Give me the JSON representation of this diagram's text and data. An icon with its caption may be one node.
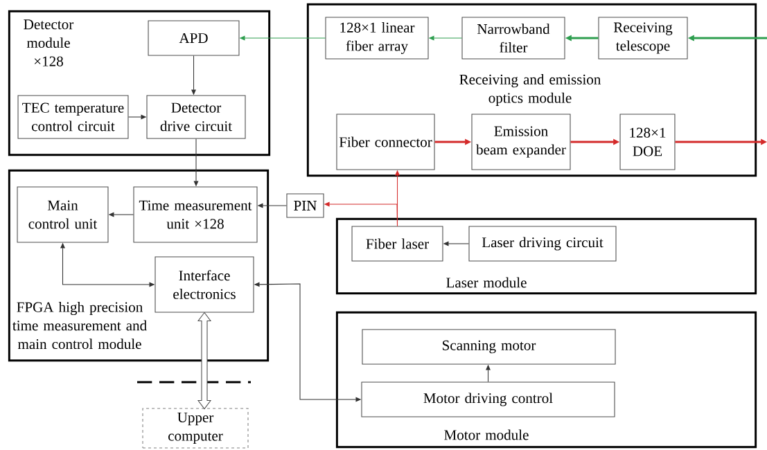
{
  "diagram": {
    "nodes": [
      {
        "text": [
          "Detector module ×128"
        ]
      },
      {
        "text": [
          "APD"
        ],
        "in": 0
      },
      {
        "text": [
          "TEC temperature control circuit"
        ],
        "in": 0
      },
      {
        "text": [
          "Detector drive circuit"
        ],
        "in": 0
      },
      {
        "text": [
          "Receiving and emission optics module"
        ]
      },
      {
        "text": [
          "128×1 linear fiber array"
        ],
        "in": 4
      },
      {
        "text": [
          "Narrowband filter"
        ],
        "in": 4
      },
      {
        "text": [
          "Receiving telescope"
        ],
        "in": 4
      },
      {
        "text": [
          "Fiber connector"
        ],
        "in": 4
      },
      {
        "text": [
          "Emission beam expander"
        ],
        "in": 4
      },
      {
        "text": [
          "128×1 DOE"
        ],
        "in": 4
      },
      {
        "text": [
          "FPGA high precision time measurement and main control module"
        ]
      },
      {
        "text": [
          "Main control unit"
        ],
        "in": 11
      },
      {
        "text": [
          "Time measurement unit ×128"
        ],
        "in": 11
      },
      {
        "text": [
          "Interface electronics"
        ],
        "in": 11
      },
      {
        "text": [
          "PIN"
        ]
      },
      {
        "text": [
          "Laser module"
        ]
      },
      {
        "text": [
          "Fiber laser"
        ],
        "in": 16
      },
      {
        "text": [
          "Laser driving circuit"
        ],
        "in": 16
      },
      {
        "text": [
          "Motor module"
        ]
      },
      {
        "text": [
          "Scanning motor"
        ],
        "in": 19
      },
      {
        "text": [
          "Motor driving control"
        ],
        "in": 19
      },
      {
        "text": [
          "Upper computer"
        ]
      }
    ],
    "edges": [
      {
        "from": null,
        "to": 7,
        "arrow": "to",
        "style": "thick",
        "color": "#2e9e4f"
      },
      {
        "from": 7,
        "to": 6,
        "arrow": "to",
        "style": "thick",
        "color": "#2e9e4f"
      },
      {
        "from": 6,
        "to": 5,
        "arrow": "to",
        "color": "#2e9e4f"
      },
      {
        "from": 5,
        "to": 1,
        "arrow": "to",
        "color": "#2e9e4f"
      },
      {
        "from": 1,
        "to": 3,
        "arrow": "to"
      },
      {
        "from": 2,
        "to": 3,
        "arrow": "to"
      },
      {
        "from": 3,
        "to": 13,
        "arrow": "to"
      },
      {
        "from": 13,
        "to": 12,
        "arrow": "to"
      },
      {
        "from": 15,
        "to": 13,
        "arrow": "to"
      },
      {
        "from": 17,
        "to": 15,
        "arrow": "to",
        "color": "#d42a2a"
      },
      {
        "from": 17,
        "to": 8,
        "arrow": "to",
        "color": "#d42a2a"
      },
      {
        "from": 8,
        "to": 9,
        "arrow": "to",
        "style": "thick",
        "color": "#d42a2a"
      },
      {
        "from": 9,
        "to": 10,
        "arrow": "to",
        "style": "thick",
        "color": "#d42a2a"
      },
      {
        "from": 10,
        "to": null,
        "arrow": "to",
        "style": "thick",
        "color": "#d42a2a"
      },
      {
        "from": 12,
        "to": 14,
        "arrow": "both"
      },
      {
        "from": 21,
        "to": 14,
        "arrow": "both"
      },
      {
        "from": 18,
        "to": 17,
        "arrow": "to"
      },
      {
        "from": 21,
        "to": 20,
        "arrow": "to"
      },
      {
        "from": 14,
        "to": 22,
        "arrow": "both",
        "style": "thick"
      }
    ]
  }
}
